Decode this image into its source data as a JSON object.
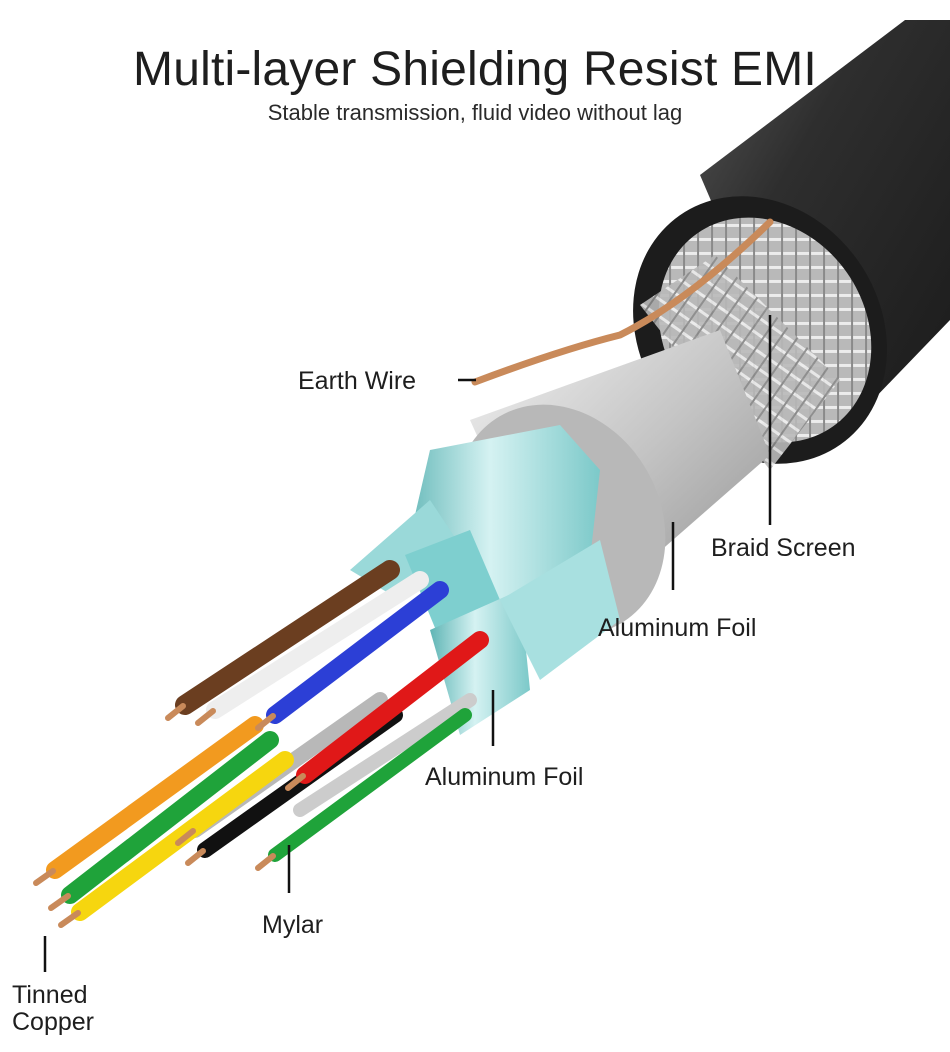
{
  "title": "Multi-layer Shielding Resist EMI",
  "subtitle": "Stable transmission, fluid video without lag",
  "labels": {
    "earth_wire": "Earth Wire",
    "braid_screen": "Braid Screen",
    "aluminum_foil_outer": "Aluminum Foil",
    "aluminum_foil_inner": "Aluminum Foil",
    "mylar": "Mylar",
    "tinned_copper_line1": "Tinned",
    "tinned_copper_line2": "Copper"
  },
  "colors": {
    "jacket": "#2b2b2b",
    "braid": "#bdbdbd",
    "foil": "#c7c7c7",
    "pair_shield": "#8fd3d3",
    "wire_brown": "#6b3e20",
    "wire_white": "#eeeeee",
    "wire_blue": "#2c3fd6",
    "wire_orange": "#f29a1f",
    "wire_green": "#1fa33a",
    "wire_yellow": "#f6d60f",
    "wire_red": "#e01818",
    "wire_black": "#111111",
    "copper": "#c98a5a"
  }
}
